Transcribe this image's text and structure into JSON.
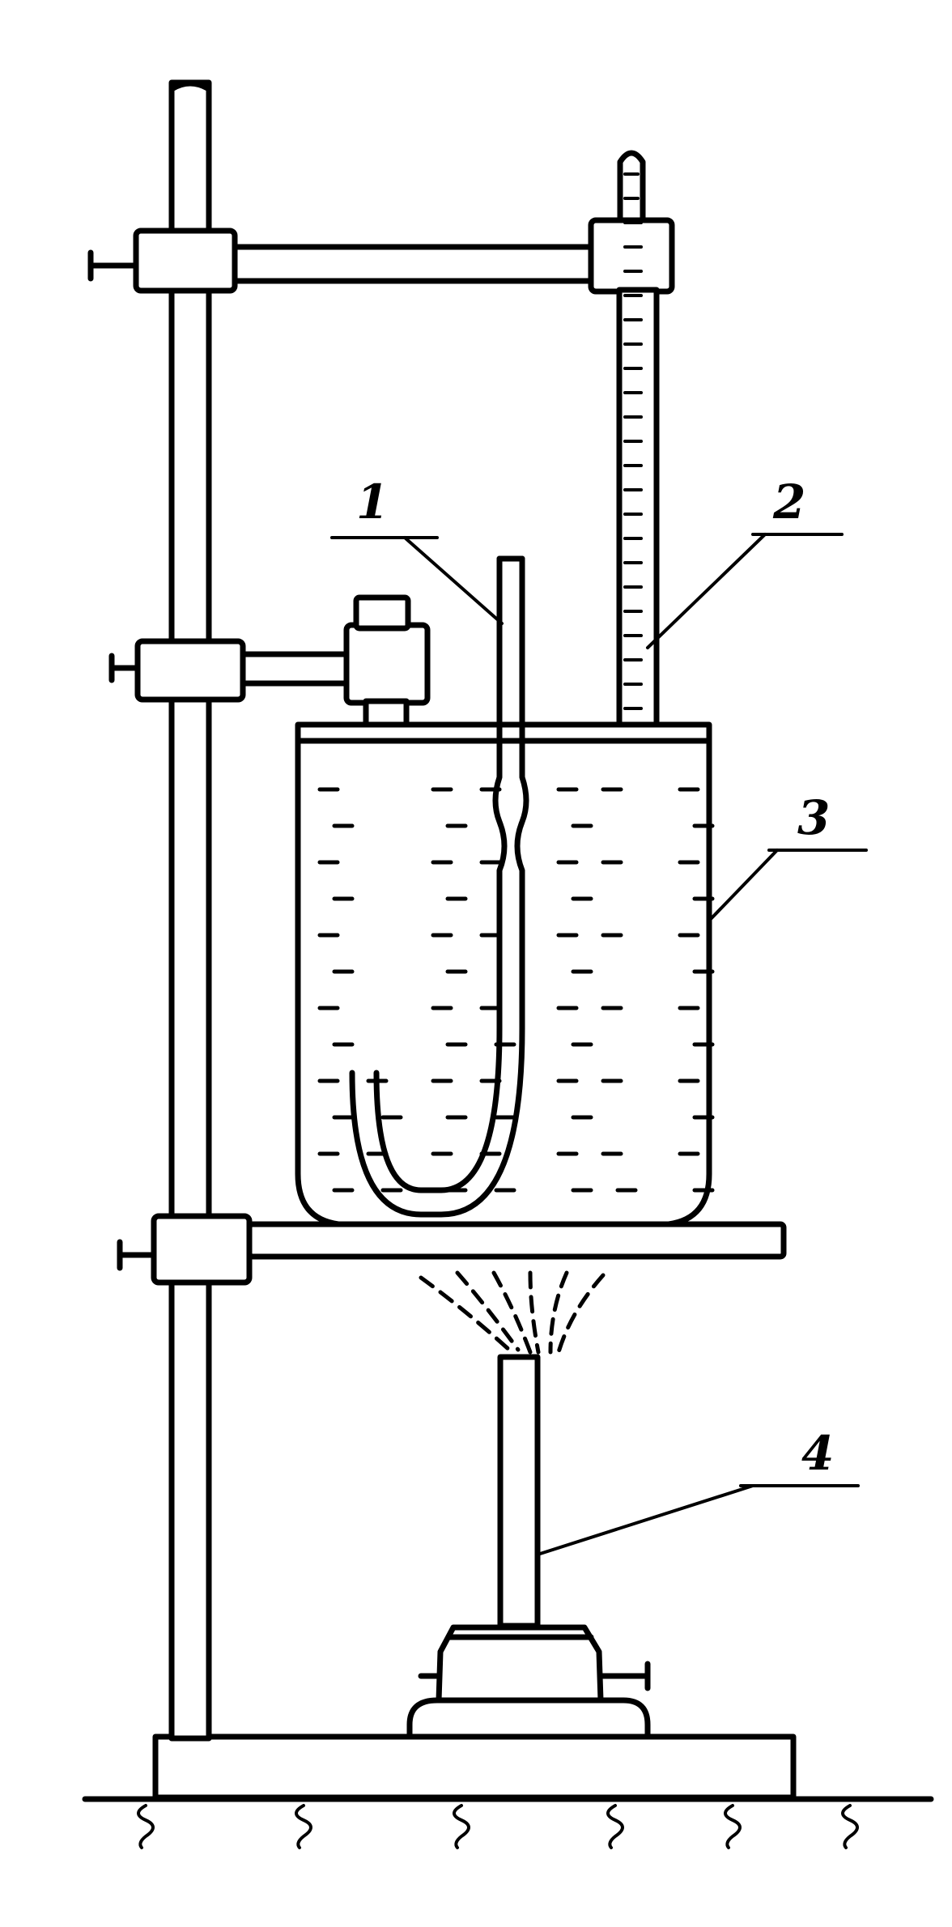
{
  "labels": {
    "l1": "1",
    "l2": "2",
    "l3": "3",
    "l4": "4"
  },
  "colors": {
    "ink": "#000000",
    "paper": "#ffffff"
  }
}
